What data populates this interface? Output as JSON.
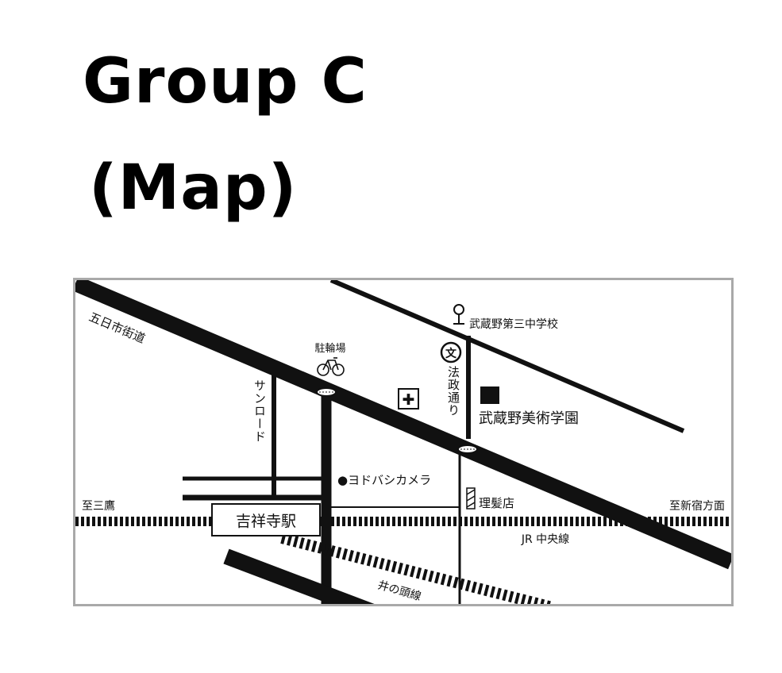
{
  "header": {
    "title_line1": "Group C",
    "title_line2": "(Map)"
  },
  "map": {
    "roads": {
      "itsukaichi_kaido": "五日市街道",
      "sun_road": "サンロード",
      "hosei_dori": "法政通り"
    },
    "railways": {
      "jr_chuo": "JR 中央線",
      "inokashira": "井の頭線",
      "to_mitaka": "至三鷹",
      "to_shinjuku": "至新宿方面"
    },
    "stations": {
      "kichijoji": "吉祥寺駅"
    },
    "landmarks": {
      "bicycle_parking": "駐輪場",
      "musashino_3rd_jhs": "武蔵野第三中学校",
      "musashino_art_school": "武蔵野美術学園",
      "yodobashi": "●ヨドバシカメラ",
      "barber": "理髪店"
    },
    "symbols": {
      "school_mark": "文",
      "hospital_mark": "✚"
    },
    "colors": {
      "road": "#111111",
      "border": "#a9a9a9"
    }
  }
}
